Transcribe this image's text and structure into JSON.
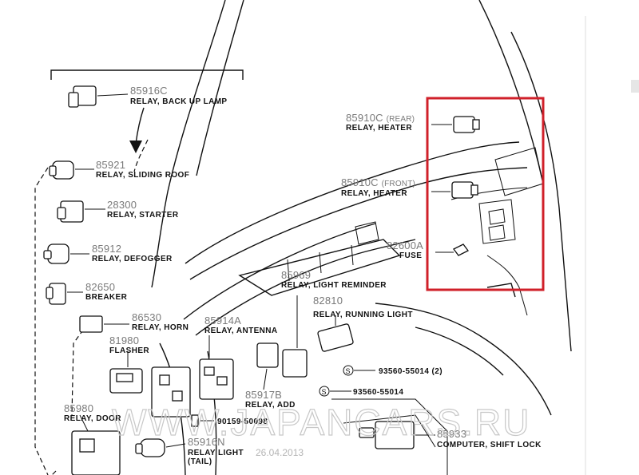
{
  "labels": [
    {
      "id": "85916C_top",
      "number": "85916C",
      "desc": "RELAY, BACK UP LAMP"
    },
    {
      "id": "85910C_rear",
      "number": "85910C",
      "note": "(REAR)",
      "desc": "RELAY, HEATER"
    },
    {
      "id": "85921",
      "number": "85921",
      "desc": "RELAY, SLIDING ROOF"
    },
    {
      "id": "85910C_front",
      "number": "85910C",
      "note": "(FRONT)",
      "desc": "RELAY, HEATER"
    },
    {
      "id": "28300",
      "number": "28300",
      "desc": "RELAY, STARTER"
    },
    {
      "id": "82600",
      "number": "82600A",
      "desc": "FUSE"
    },
    {
      "id": "85912",
      "number": "85912",
      "desc": "RELAY, DEFOGGER"
    },
    {
      "id": "85969",
      "number": "85969",
      "desc": "RELAY, LIGHT REMINDER"
    },
    {
      "id": "82650",
      "number": "82650",
      "desc": "BREAKER"
    },
    {
      "id": "82810",
      "number": "82810",
      "desc": "RELAY, RUNNING LIGHT"
    },
    {
      "id": "86530",
      "number": "86530",
      "desc": "RELAY, HORN"
    },
    {
      "id": "85914A",
      "number": "85914A",
      "desc": "RELAY, ANTENNA"
    },
    {
      "id": "81980",
      "number": "81980",
      "desc": "FLASHER"
    },
    {
      "id": "93560_2",
      "number": "93560-55014 (2)",
      "desc": ""
    },
    {
      "id": "93560",
      "number": "93560-55014",
      "desc": ""
    },
    {
      "id": "85980",
      "number": "85980",
      "desc": "RELAY, DOOR"
    },
    {
      "id": "85917B",
      "number": "85917B",
      "desc": "RELAY, ADD"
    },
    {
      "id": "90159",
      "number": "90159-50098",
      "desc": ""
    },
    {
      "id": "85933",
      "number": "85933",
      "desc": "COMPUTER, SHIFT LOCK"
    },
    {
      "id": "85916N",
      "number": "85916N",
      "desc": "RELAY LIGHT",
      "desc2": "(TAIL)"
    }
  ],
  "watermark": "WWW.JAPANCARS.RU",
  "date": "26.04.2013",
  "highlight_color": "#d0202a"
}
